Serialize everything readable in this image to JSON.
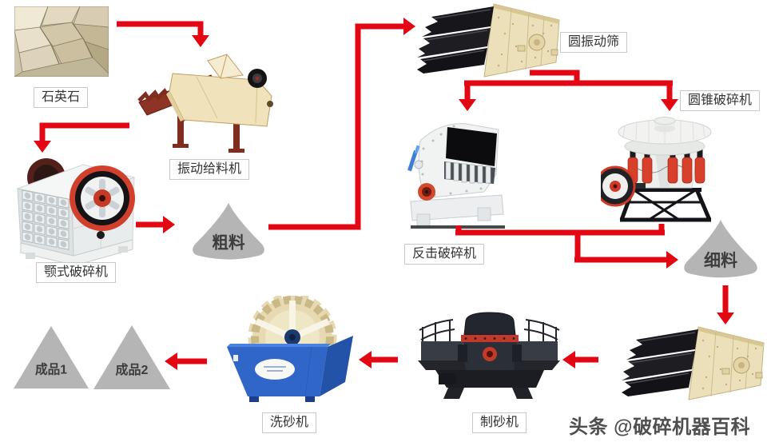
{
  "colors": {
    "arrow_red": "#e30613",
    "material_gray": "#b5b5b5",
    "material_text": "#3d3d3d",
    "label_text": "#333333",
    "label_border": "#c9c9c9",
    "washer_blue": "#2f66c8",
    "machine_cream": "#ece0ba",
    "machine_maroon": "#8e3326",
    "watermark_gray": "#4f4f4f"
  },
  "flow": {
    "source": {
      "label": "石英石"
    },
    "feeder": {
      "label": "振动给料机"
    },
    "jaw_crusher": {
      "label": "颚式破碎机"
    },
    "coarse_material": {
      "label": "粗料"
    },
    "vibrating_screen": {
      "label": "圆振动筛"
    },
    "impact_crusher": {
      "label": "反击破碎机"
    },
    "cone_crusher": {
      "label": "圆锥破碎机"
    },
    "fine_material": {
      "label": "细料"
    },
    "sand_maker": {
      "label": "制砂机"
    },
    "sand_washer": {
      "label": "洗砂机"
    },
    "product_1": {
      "label": "成品1"
    },
    "product_2": {
      "label": "成品2"
    }
  },
  "watermark": {
    "text": "头条 @破碎机器百科"
  }
}
